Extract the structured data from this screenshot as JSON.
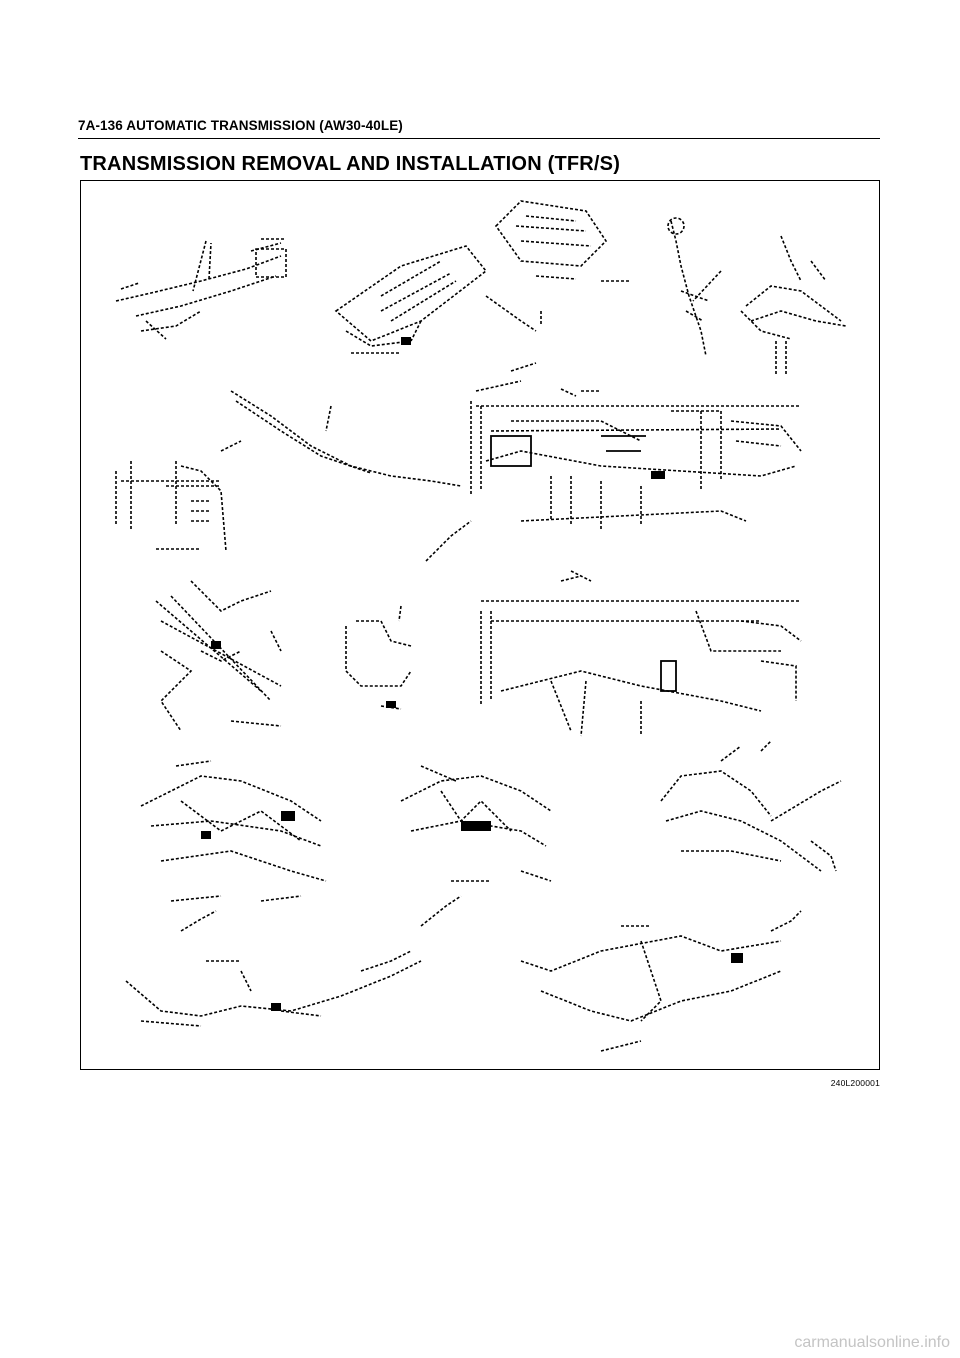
{
  "header": {
    "running_title": "7A-136  AUTOMATIC TRANSMISSION (AW30-40LE)"
  },
  "section": {
    "title": "TRANSMISSION REMOVAL AND INSTALLATION (TFR/S)"
  },
  "figure": {
    "code": "240L200001"
  },
  "footer": {
    "watermark": "carmanualsonline.info"
  }
}
